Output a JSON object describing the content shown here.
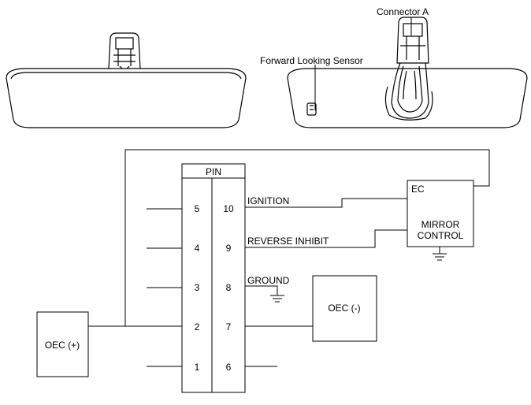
{
  "images": {
    "left_mirror": "rearview-mirror-front-view",
    "right_mirror": "rearview-mirror-rear-view-with-sensor"
  },
  "callouts": {
    "connector": "Connector A",
    "sensor": "Forward Looking Sensor"
  },
  "pin_table": {
    "header": "PIN",
    "left_pins": [
      "5",
      "4",
      "3",
      "2",
      "1"
    ],
    "right_pins": [
      "10",
      "9",
      "8",
      "7",
      "6"
    ]
  },
  "signals": {
    "ignition": "IGNITION",
    "reverse_inhibit": "REVERSE INHIBIT",
    "ground": "GROUND"
  },
  "modules": {
    "ec": "EC",
    "mirror_control_line1": "MIRROR",
    "mirror_control_line2": "CONTROL",
    "oec_minus": "OEC (-)",
    "oec_plus": "OEC (+)"
  }
}
